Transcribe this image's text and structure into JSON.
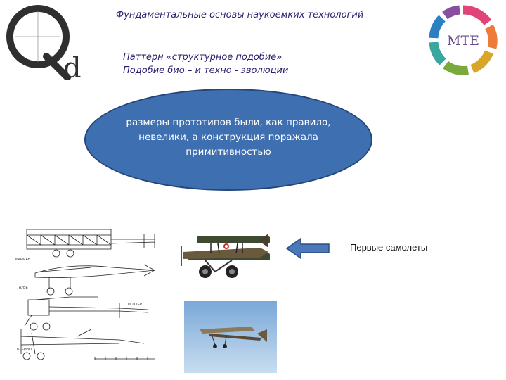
{
  "header": {
    "title": "Фундаментальные основы наукоемких технологий",
    "subtitle_line1": "Паттерн «структурное подобие»",
    "subtitle_line2": "Подобие био – и техно - эволюции"
  },
  "logo_left": {
    "icon": "qd-logo"
  },
  "logo_right": {
    "text": "MTE",
    "icon": "mte-ring-logo"
  },
  "callout": {
    "text": "размеры прототипов были, как правило, невелики, а конструкция поражала примитивностью"
  },
  "arrow": {
    "icon": "arrow-left-icon",
    "color": "#4a78b8"
  },
  "caption": "Первые самолеты",
  "drawings": {
    "labels": [
      "ФАРМАН",
      "ТАУБЕ",
      "ФОККЕР",
      "БЛЕРИО"
    ]
  },
  "colors": {
    "accent": "#3e6fb0",
    "title": "#2a1f6e"
  }
}
